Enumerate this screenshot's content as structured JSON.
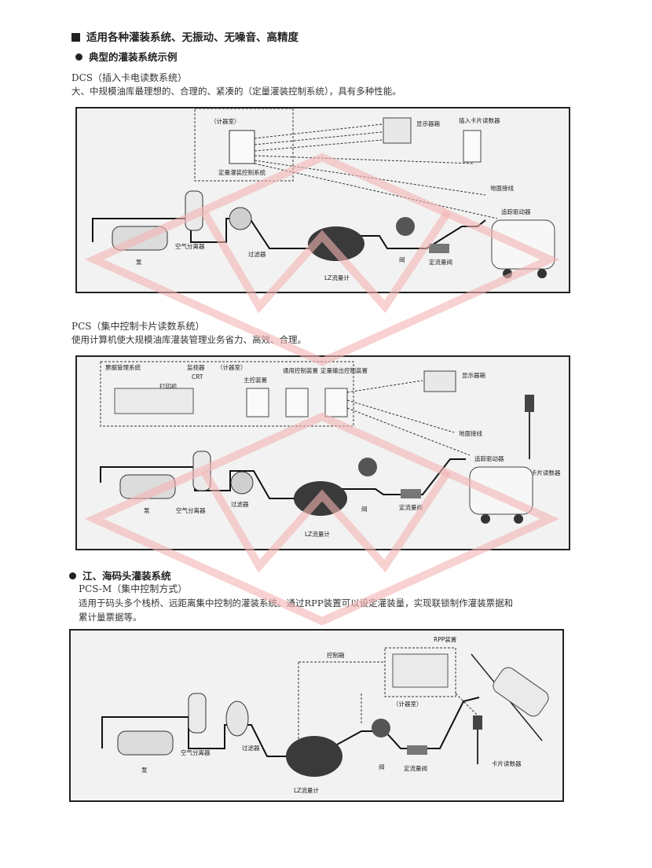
{
  "heading": "适用各种灌装系统、无振动、无噪音、高精度",
  "subheading": "典型的灌装系统示例",
  "dcs": {
    "code": "DCS（插入卡电读数系统）",
    "desc": "大、中规模油库最理想的、合理的、紧凑的（定量灌装控制系统），具有多种性能。",
    "labels": {
      "meter_room": "（计器室）",
      "control_system": "定量灌装控制系统",
      "display": "显示器箱",
      "card_reader": "插入卡片读数器",
      "ground": "地面接线",
      "auto_start": "追踪驱动器",
      "pump": "泵",
      "separator": "空气分离器",
      "filter": "过滤器",
      "flowmeter": "LZ流量计",
      "valve": "阀",
      "flow_valve": "定流量阀"
    }
  },
  "pcs": {
    "code": "PCS（集中控制卡片读数系统）",
    "desc": "使用计算机使大规模油库灌装管理业务省力、高效、合理。",
    "labels": {
      "mgmt": "票据管理系统",
      "monitor": "监视器",
      "crt": "CRT",
      "meter_room": "（计器室）",
      "printer": "打印机",
      "main_ctrl": "主控装置",
      "general_ctrl": "通用控制装置",
      "output_ctrl": "定量输出控制装置",
      "display": "显示器箱",
      "ground": "地面接线",
      "auto_start": "追踪驱动器",
      "card_reader": "卡片读数器",
      "pump": "泵",
      "separator": "空气分离器",
      "filter": "过滤器",
      "flowmeter": "LZ流量计",
      "valve": "阀",
      "flow_valve": "定流量阀"
    }
  },
  "pier": {
    "bullet": "江、海码头灌装系统",
    "code": "PCS-M（集中控制方式）",
    "desc1": "适用于码头多个栈桥、远距离集中控制的灌装系统。通过RPP装置可以设定灌装量，实现联锁制作灌装票据和",
    "desc2": "累计量票据等。",
    "labels": {
      "rpp": "RPP装置",
      "ctrl_box": "控制箱",
      "meter_room": "（计器室）",
      "pump": "泵",
      "separator": "空气分离器",
      "filter": "过滤器",
      "flowmeter": "LZ流量计",
      "valve": "阀",
      "flow_valve": "定流量阀",
      "card_reader": "卡片读数器"
    }
  },
  "colors": {
    "panel_bg": "#f2f2f2",
    "watermark": "#f3b3b3",
    "ink": "#222222"
  }
}
